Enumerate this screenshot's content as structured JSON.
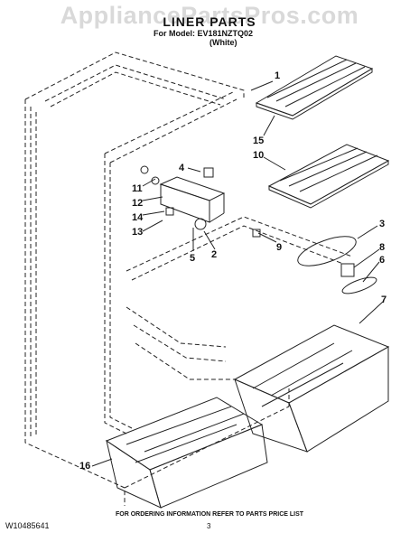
{
  "watermark": "AppliancePartsPros.com",
  "header": {
    "title": "LINER PARTS",
    "model_line": "For Model: EV181NZTQ02",
    "color_line": "(White)"
  },
  "callouts": [
    "1",
    "15",
    "10",
    "4",
    "11",
    "12",
    "14",
    "13",
    "5",
    "2",
    "9",
    "3",
    "8",
    "6",
    "7",
    "16"
  ],
  "footer": {
    "note": "FOR ORDERING INFORMATION REFER TO PARTS PRICE LIST",
    "doc_number": "W10485641",
    "page_number": "3"
  }
}
